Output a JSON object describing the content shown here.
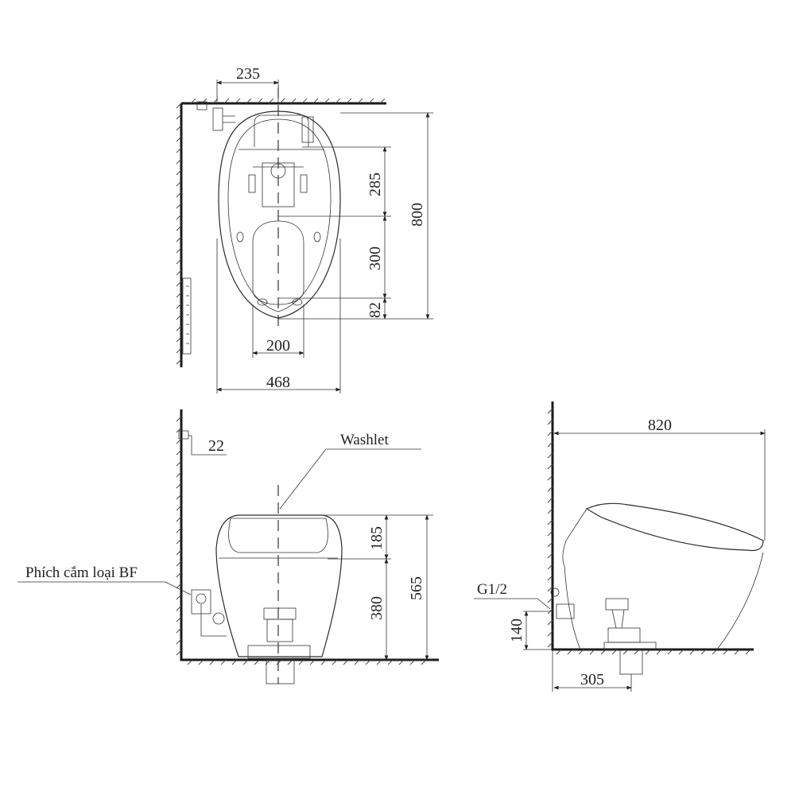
{
  "top_view": {
    "dims": {
      "wall_to_center": "235",
      "front_section": "285",
      "bowl_length": "300",
      "tail": "82",
      "total_depth": "800",
      "bowl_width": "200",
      "total_width": "468"
    }
  },
  "front_view": {
    "dims": {
      "outlet_offset": "22",
      "seat_height_top": "185",
      "bowl_height": "380",
      "total_height": "565"
    },
    "labels": {
      "washlet": "Washlet",
      "plug": "Phích cắm loại BF"
    }
  },
  "side_view": {
    "dims": {
      "total_length": "820",
      "inlet_height": "140",
      "outlet_distance": "305"
    },
    "labels": {
      "inlet": "G1/2"
    }
  },
  "colors": {
    "line": "#2a2a2a",
    "background": "#ffffff"
  }
}
